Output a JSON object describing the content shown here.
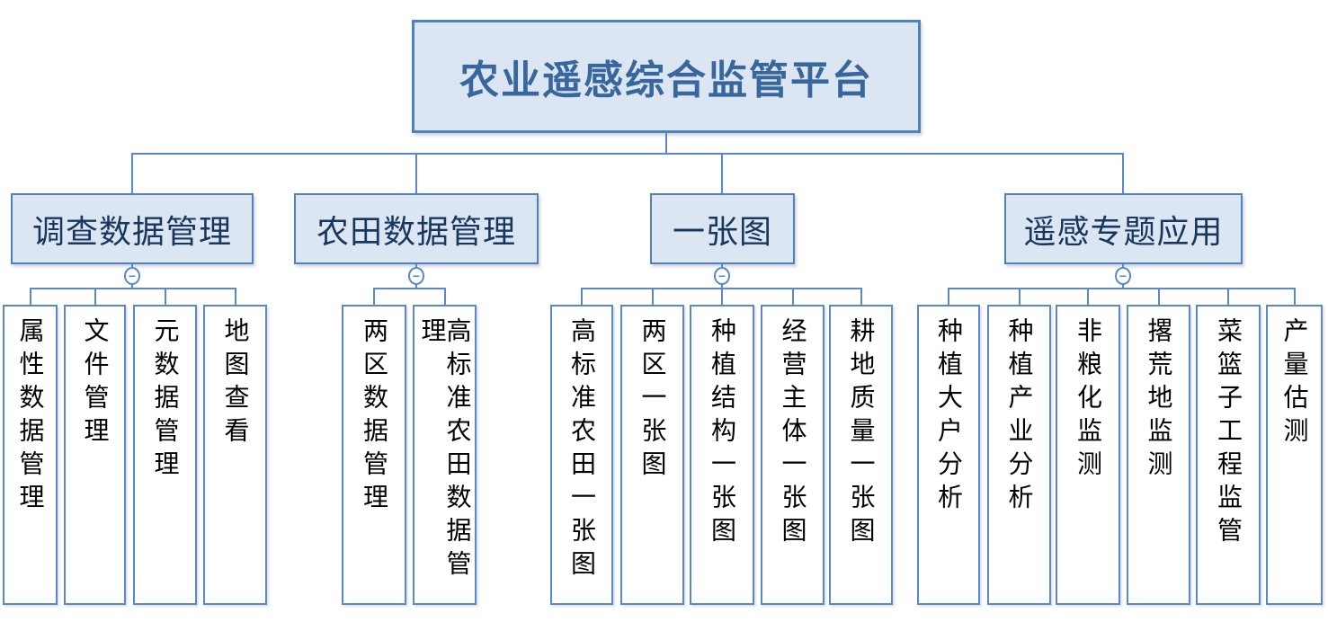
{
  "root": {
    "title": "农业遥感综合监管平台"
  },
  "branches": [
    {
      "label": "调查数据管理",
      "children": [
        "属性数据管理",
        "文件管理",
        "元数据管理",
        "地图查看"
      ]
    },
    {
      "label": "农田数据管理",
      "children": [
        "两区数据管理",
        "高标准农田数据管理"
      ]
    },
    {
      "label": "一张图",
      "children": [
        "高标准农田一张图",
        "两区一张图",
        "种植结构一张图",
        "经营主体一张图",
        "耕地质量一张图"
      ]
    },
    {
      "label": "遥感专题应用",
      "children": [
        "种植大户分析",
        "种植产业分析",
        "非粮化监测",
        "撂荒地监测",
        "菜篮子工程监管",
        "产量估测"
      ]
    }
  ],
  "ui": {
    "collapse_glyph": "−"
  },
  "colors": {
    "node_fill": "#dce6f2",
    "node_border": "#4f81bd",
    "connector": "#5b88c8",
    "root_text": "#38679e",
    "branch_text": "#17375e",
    "leaf_text": "#000000",
    "canvas_bg": "#ffffff"
  }
}
